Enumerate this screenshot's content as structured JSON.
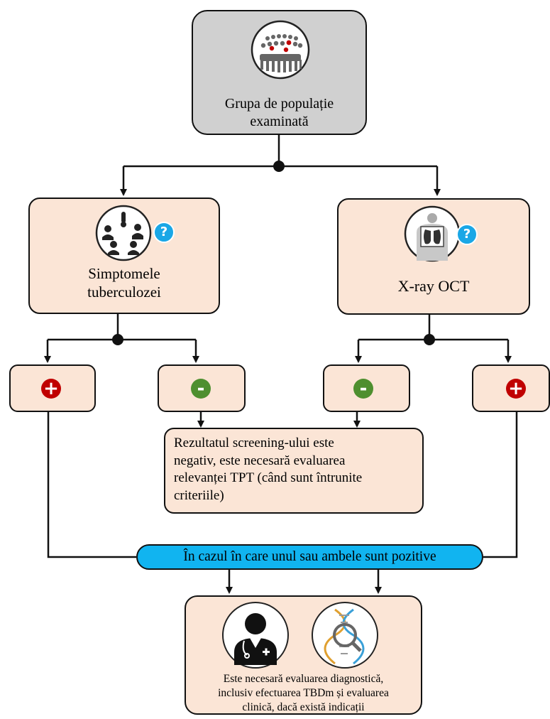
{
  "population": {
    "title_line1": "Grupa de populație",
    "title_line2": "examinată"
  },
  "symptoms": {
    "title_line1": "Simptomele",
    "title_line2": "tuberculozei",
    "question_mark": "?"
  },
  "xray": {
    "title": "X-ray OCT",
    "question_mark": "?"
  },
  "results": {
    "symptoms_positive": "+",
    "symptoms_negative": "-",
    "xray_negative": "-",
    "xray_positive": "+"
  },
  "negative_outcome": {
    "lines": [
      "Rezultatul screening-ului este",
      "negativ, este necesară evaluarea",
      "relevanței TPT (când sunt întrunite",
      "criteriile)"
    ]
  },
  "positive_condition": "În cazul în care unul sau ambele sunt pozitive",
  "final_step": {
    "lines": [
      "Este necesară evaluarea diagnostică,",
      "inclusiv efectuarea TBDm și evaluarea",
      "clinică, dacă există indicații"
    ]
  },
  "colors": {
    "box_fill": "#fbe5d6",
    "grey_fill": "#d0d0d0",
    "positive": "#c00000",
    "negative": "#4e8f2f",
    "pill": "#11b4f0",
    "help": "#1aa7e6"
  },
  "icons": [
    "crowd-icon",
    "symptoms-icon",
    "help-icon",
    "xray-icon",
    "doctor-icon",
    "dna-icon"
  ]
}
